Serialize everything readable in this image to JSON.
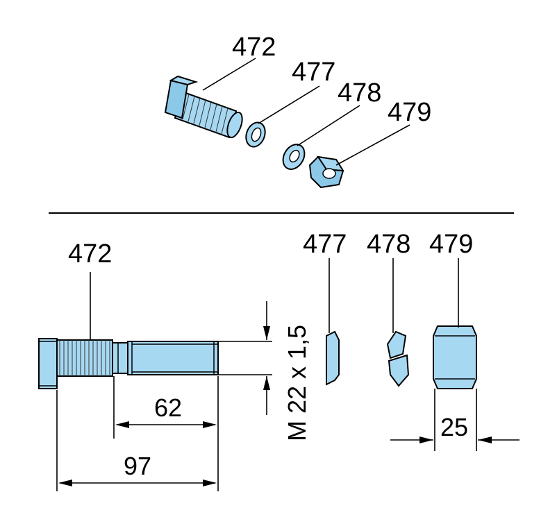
{
  "exploded_view": {
    "labels": {
      "bolt": "472",
      "washer_a": "477",
      "washer_b": "478",
      "nut": "479"
    }
  },
  "section_view": {
    "labels": {
      "bolt": "472",
      "washer_a": "477",
      "washer_b": "478",
      "nut": "479"
    },
    "dimensions": {
      "thread_length": "62",
      "total_length": "97",
      "thread_spec": "M 22 x 1,5",
      "nut_width": "25"
    }
  },
  "colors": {
    "part_fill": "#a7d8f2",
    "part_shade": "#8cc8e8",
    "line": "#000000"
  }
}
